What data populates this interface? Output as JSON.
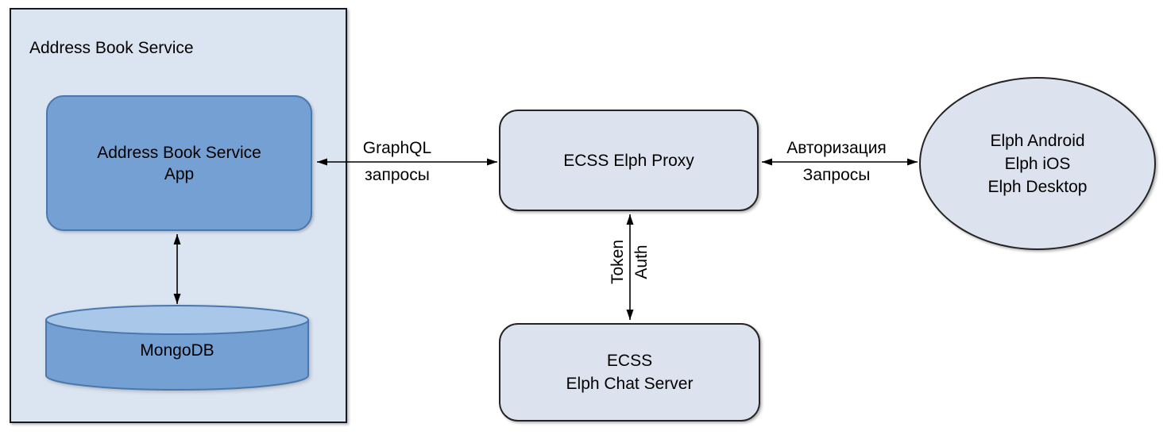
{
  "diagram": {
    "container": {
      "title": "Address Book Service"
    },
    "nodes": {
      "app": {
        "lines": [
          "Address Book Service",
          "App"
        ]
      },
      "mongodb": {
        "label": "MongoDB"
      },
      "proxy": {
        "label": "ECSS Elph Proxy"
      },
      "chat_server": {
        "lines": [
          "ECSS",
          "Elph Chat Server"
        ]
      },
      "clients": {
        "lines": [
          "Elph Android",
          "Elph iOS",
          "Elph Desktop"
        ]
      }
    },
    "edges": {
      "graphql": {
        "lines": [
          "GraphQL",
          "запросы"
        ]
      },
      "authorization": {
        "lines": [
          "Авторизация",
          "Запросы"
        ]
      },
      "token": {
        "lines": [
          "Token",
          "Auth"
        ]
      }
    },
    "colors": {
      "container_fill": "#dbe4f1",
      "dark_node_fill": "#74a0d4",
      "dark_node_border": "#4a78ad",
      "cylinder_top_fill": "#a9c7e8",
      "light_node_fill": "#dde3ee",
      "node_border": "#242424",
      "connector": "#000000",
      "text": "#000000",
      "background": "#ffffff"
    }
  }
}
